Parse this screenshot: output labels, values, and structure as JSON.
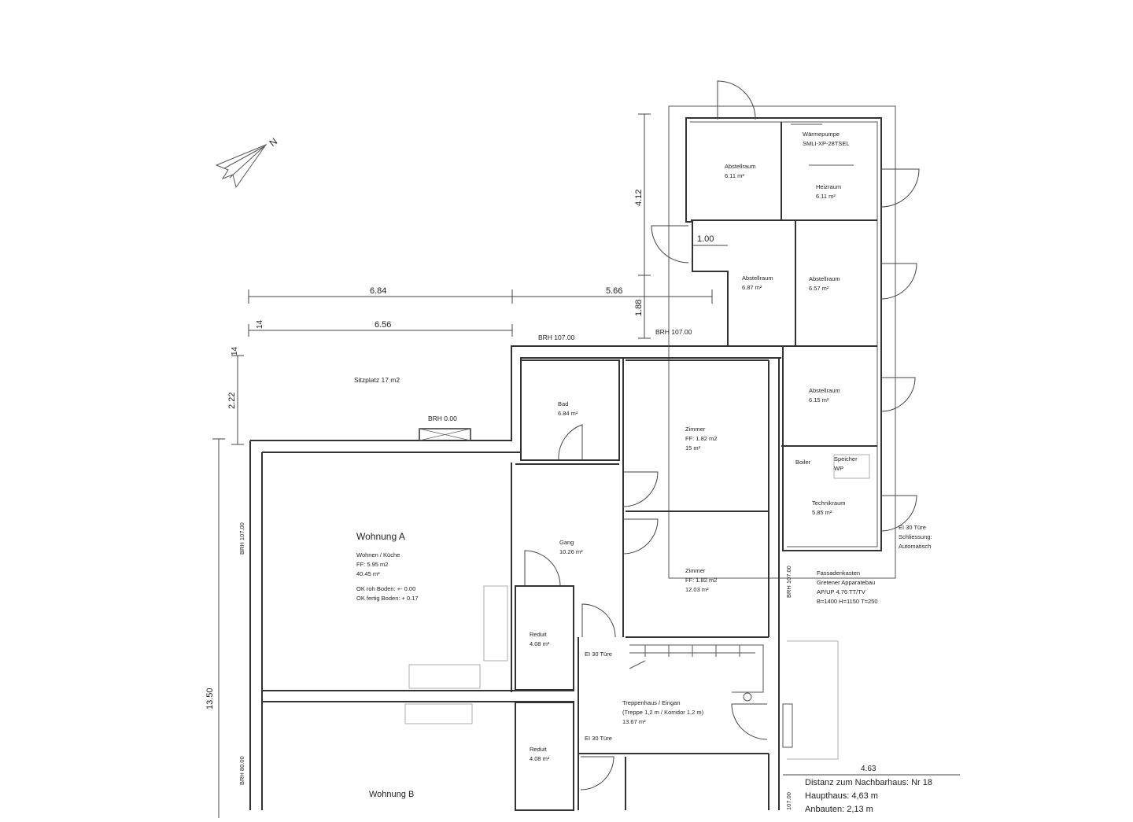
{
  "dimensions": {
    "d_684": "6.84",
    "d_566": "5.66",
    "d_656": "6.56",
    "d_14a": "14",
    "d_14b": "14",
    "d_222": "2.22",
    "d_412": "4.12",
    "d_188": "1.88",
    "d_100": "1.00",
    "d_1350": "13.50",
    "d_463": "4.63"
  },
  "brh": {
    "brh_top_left": "BRH 107.00",
    "brh_top_right": "BRH 107.00",
    "brh_sitzplatz": "BRH 0.00",
    "brh_left_a": "BRH 107.00",
    "brh_left_b": "BRH 80.00",
    "brh_right_a": "BRH 107.00",
    "brh_right_b": "107.00"
  },
  "rooms": {
    "sitzplatz": "Sitzplatz 17 m2",
    "bad_name": "Bad",
    "bad_area": "6.84 m²",
    "zimmer1_name": "Zimmer",
    "zimmer1_ff": "FF: 1.82 m2",
    "zimmer1_area": "15 m²",
    "zimmer2_name": "Zimmer",
    "zimmer2_ff": "FF: 1.82 m2",
    "zimmer2_area": "12.03 m²",
    "gang_name": "Gang",
    "gang_area": "10.26 m²",
    "reduit1_name": "Reduit",
    "reduit1_area": "4.08 m²",
    "reduit2_name": "Reduit",
    "reduit2_area": "4.08 m²",
    "wohnung_a": "Wohnung A",
    "wohnung_a_l1": "Wohnen / Küche",
    "wohnung_a_l2": "FF: 5.95 m2",
    "wohnung_a_l3": "40.45 m²",
    "wohnung_a_l4": "OK roh Boden: +- 0.00",
    "wohnung_a_l5": "OK fertig Boden: + 0.17",
    "wohnung_b": "Wohnung B",
    "abst1_name": "Abstellraum",
    "abst1_area": "6.11 m²",
    "waerme_l1": "Wärmepumpe",
    "waerme_l2": "SMLI-XP-28TSEL",
    "heiz_name": "Heizraum",
    "heiz_area": "6.11 m²",
    "abst2_name": "Abstellraum",
    "abst2_area": "6.87 m²",
    "abst3_name": "Abstellraum",
    "abst3_area": "6.57 m²",
    "abst4_name": "Abstellraum",
    "abst4_area": "6.15 m²",
    "boiler": "Boiler",
    "speicher_l1": "Speicher",
    "speicher_l2": "WP",
    "technik_name": "Technikraum",
    "technik_area": "5.85 m²",
    "ei30_outer_l1": "EI 30 Türe",
    "ei30_outer_l2": "Schliessung:",
    "ei30_outer_l3": "Automatisch",
    "fassade_l1": "Fassadenkasten",
    "fassade_l2": "Gretener Apparatebau",
    "fassade_l3": "AP/UP 4.76 TT/TV",
    "fassade_l4": "B=1400 H=1150 T=250",
    "ei30_a": "EI 30 Türe",
    "ei30_b": "EI 30 Türe",
    "treppe_l1": "Treppenhaus / Eingan",
    "treppe_l2": "(Treppe 1,2 m / Korridor 1,2 m)",
    "treppe_l3": "13.67 m²"
  },
  "neighbour": {
    "line1": "Distanz zum Nachbarhaus: Nr 18",
    "line2": "Haupthaus: 4,63 m",
    "line3": "Anbauten: 2,13 m"
  },
  "north": "N"
}
